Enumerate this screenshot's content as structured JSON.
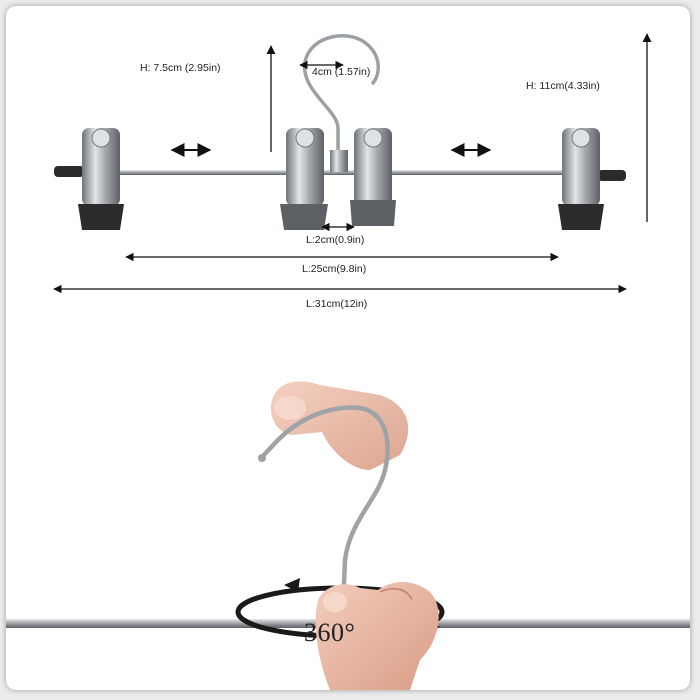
{
  "dimensions": {
    "height_short": "H: 7.5cm (2.95in)",
    "hook_width": "4cm (1.57in)",
    "height_total": "H: 11cm(4.33in)",
    "clip_gap": "L:2cm(0.9in)",
    "inner_length": "L:25cm(9.8in)",
    "total_length": "L:31cm(12in)"
  },
  "rotation": {
    "label": "360°"
  },
  "colors": {
    "metal": "#9a9ea3",
    "rubber": "#2b2b2b",
    "skin": "#e9b8a3",
    "bar": "#8f9295"
  }
}
